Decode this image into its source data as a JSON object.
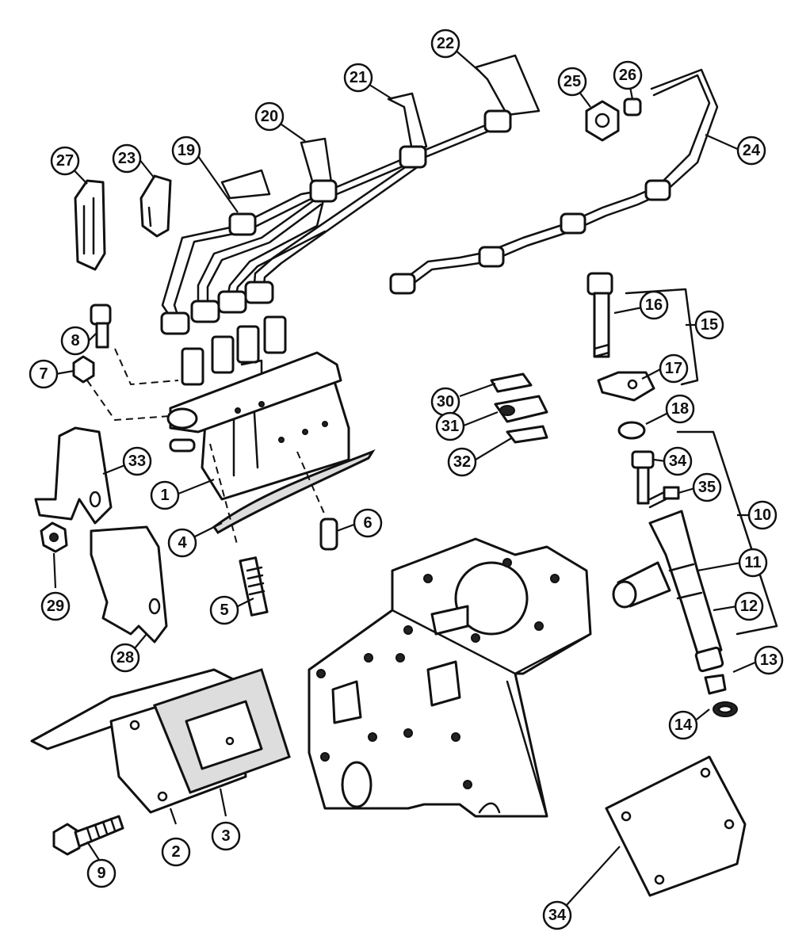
{
  "diagram": {
    "type": "exploded-parts-diagram",
    "line_color": "#111111",
    "background": "#ffffff",
    "callouts": [
      {
        "label": "1"
      },
      {
        "label": "2"
      },
      {
        "label": "3"
      },
      {
        "label": "4"
      },
      {
        "label": "5"
      },
      {
        "label": "6"
      },
      {
        "label": "7"
      },
      {
        "label": "8"
      },
      {
        "label": "9"
      },
      {
        "label": "10"
      },
      {
        "label": "11"
      },
      {
        "label": "12"
      },
      {
        "label": "13"
      },
      {
        "label": "14"
      },
      {
        "label": "15"
      },
      {
        "label": "16"
      },
      {
        "label": "17"
      },
      {
        "label": "18"
      },
      {
        "label": "19"
      },
      {
        "label": "20"
      },
      {
        "label": "21"
      },
      {
        "label": "22"
      },
      {
        "label": "23"
      },
      {
        "label": "24"
      },
      {
        "label": "25"
      },
      {
        "label": "26"
      },
      {
        "label": "27"
      },
      {
        "label": "28"
      },
      {
        "label": "29"
      },
      {
        "label": "30"
      },
      {
        "label": "31"
      },
      {
        "label": "32"
      },
      {
        "label": "33"
      },
      {
        "label": "34"
      },
      {
        "label": "35"
      },
      {
        "label": "34"
      }
    ]
  }
}
